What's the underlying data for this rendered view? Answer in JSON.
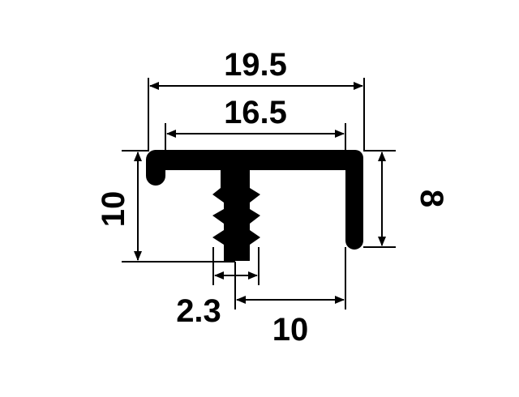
{
  "colors": {
    "background": "#ffffff",
    "ink": "#000000"
  },
  "dimensions": {
    "overall_width": "19.5",
    "inner_width": "16.5",
    "left_height": "10",
    "right_height": "8",
    "stem_width": "2.3",
    "stem_to_leg": "10"
  }
}
